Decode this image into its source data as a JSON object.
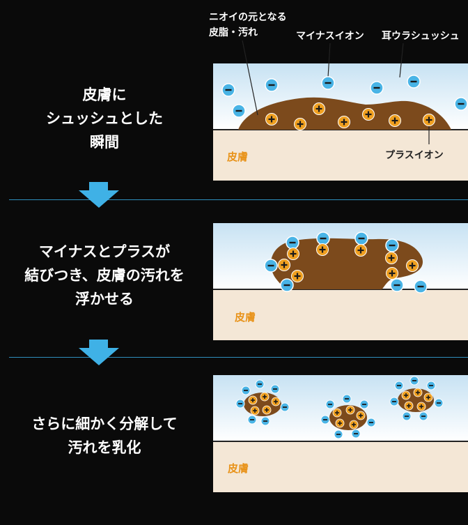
{
  "steps": [
    {
      "lines": [
        "皮膚に",
        "シュッシュとした",
        "瞬間"
      ]
    },
    {
      "lines": [
        "マイナスとプラスが",
        "結びつき、皮膚の汚れを",
        "浮かせる"
      ]
    },
    {
      "lines": [
        "さらに細かく分解して",
        "汚れを乳化"
      ]
    }
  ],
  "labels": {
    "odor_dirt_line1": "ニオイの元となる",
    "odor_dirt_line2": "皮脂・汚れ",
    "minus_ion": "マイナスイオン",
    "ear_spray": "耳ウラシュッシュ",
    "plus_ion": "プラスイオン",
    "skin": "皮膚"
  },
  "colors": {
    "spray_top": "#d9ecf7",
    "skin": "#f4e7d6",
    "dirt": "#7c4a1c",
    "plus_ion": "#f0a020",
    "minus_ion": "#49b4e6",
    "arrow": "#3fb1e6",
    "skin_label": "#e8931a",
    "separator": "#2f8fbd"
  },
  "icons": {
    "minus": "minus-ion-icon",
    "plus": "plus-ion-icon",
    "arrow": "down-arrow-icon"
  }
}
